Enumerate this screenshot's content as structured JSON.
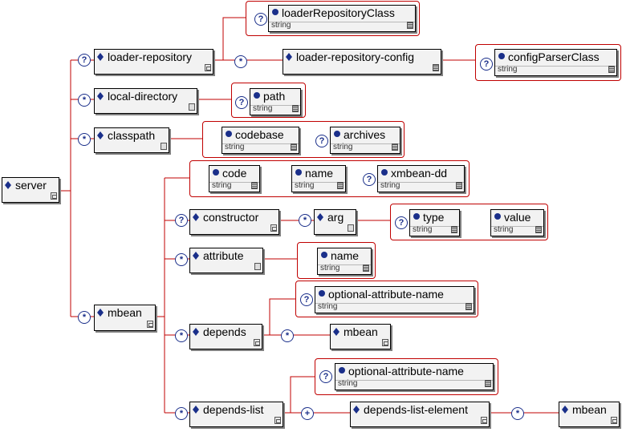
{
  "nodes": {
    "server": "server",
    "loader_repository": "loader-repository",
    "loader_repository_class": "loaderRepositoryClass",
    "loader_repository_config": "loader-repository-config",
    "config_parser_class": "configParserClass",
    "local_directory": "local-directory",
    "path": "path",
    "classpath": "classpath",
    "codebase": "codebase",
    "archives": "archives",
    "mbean": "mbean",
    "code": "code",
    "name": "name",
    "xmbean_dd": "xmbean-dd",
    "constructor": "constructor",
    "arg": "arg",
    "type": "type",
    "value": "value",
    "attribute": "attribute",
    "attribute_name": "name",
    "depends": "depends",
    "optional_attribute_name": "optional-attribute-name",
    "depends_mbean": "mbean",
    "depends_list": "depends-list",
    "depends_list_optional_attribute_name": "optional-attribute-name",
    "depends_list_element": "depends-list-element",
    "depends_list_element_mbean": "mbean"
  },
  "type_label": "string",
  "badges": {
    "optional": "?",
    "zero_or_more": "*",
    "one_or_more": "+"
  }
}
